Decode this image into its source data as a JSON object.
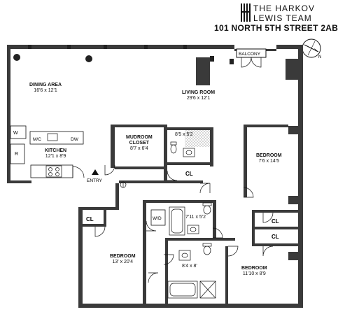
{
  "header": {
    "team_line1": "THE HARKOV",
    "team_line2": "LEWIS TEAM",
    "address": "101 NORTH 5TH STREET 2AB"
  },
  "rooms": {
    "dining": {
      "name": "DINING AREA",
      "dims": "16'6 x 12'1"
    },
    "living": {
      "name": "LIVING ROOM",
      "dims": "29'6 x 12'1"
    },
    "mudroom": {
      "name": "MUDROOM",
      "name2": "CLOSET",
      "dims": "8'7 x 6'4"
    },
    "bath1": {
      "dims": "8'5 x 5'2"
    },
    "kitchen": {
      "name": "KITCHEN",
      "dims": "12'1 x 8'9"
    },
    "bedroom_right": {
      "name": "BEDROOM",
      "dims": "7'6 x 14'5"
    },
    "bath2": {
      "dims": "7'11 x 5'2"
    },
    "bath3": {
      "dims": "8'4 x 8'"
    },
    "bedroom_left": {
      "name": "BEDROOM",
      "dims": "13' x 20'4"
    },
    "bedroom_bottom": {
      "name": "BEDROOM",
      "dims": "11'10 x 8'9"
    }
  },
  "labels": {
    "balcony": "BALCONY",
    "entry": "ENTRY",
    "cl": "CL",
    "w": "W",
    "mw": "M/C",
    "dw": "DW",
    "r": "R",
    "wd": "W/D"
  },
  "compass": {
    "north": "N"
  }
}
